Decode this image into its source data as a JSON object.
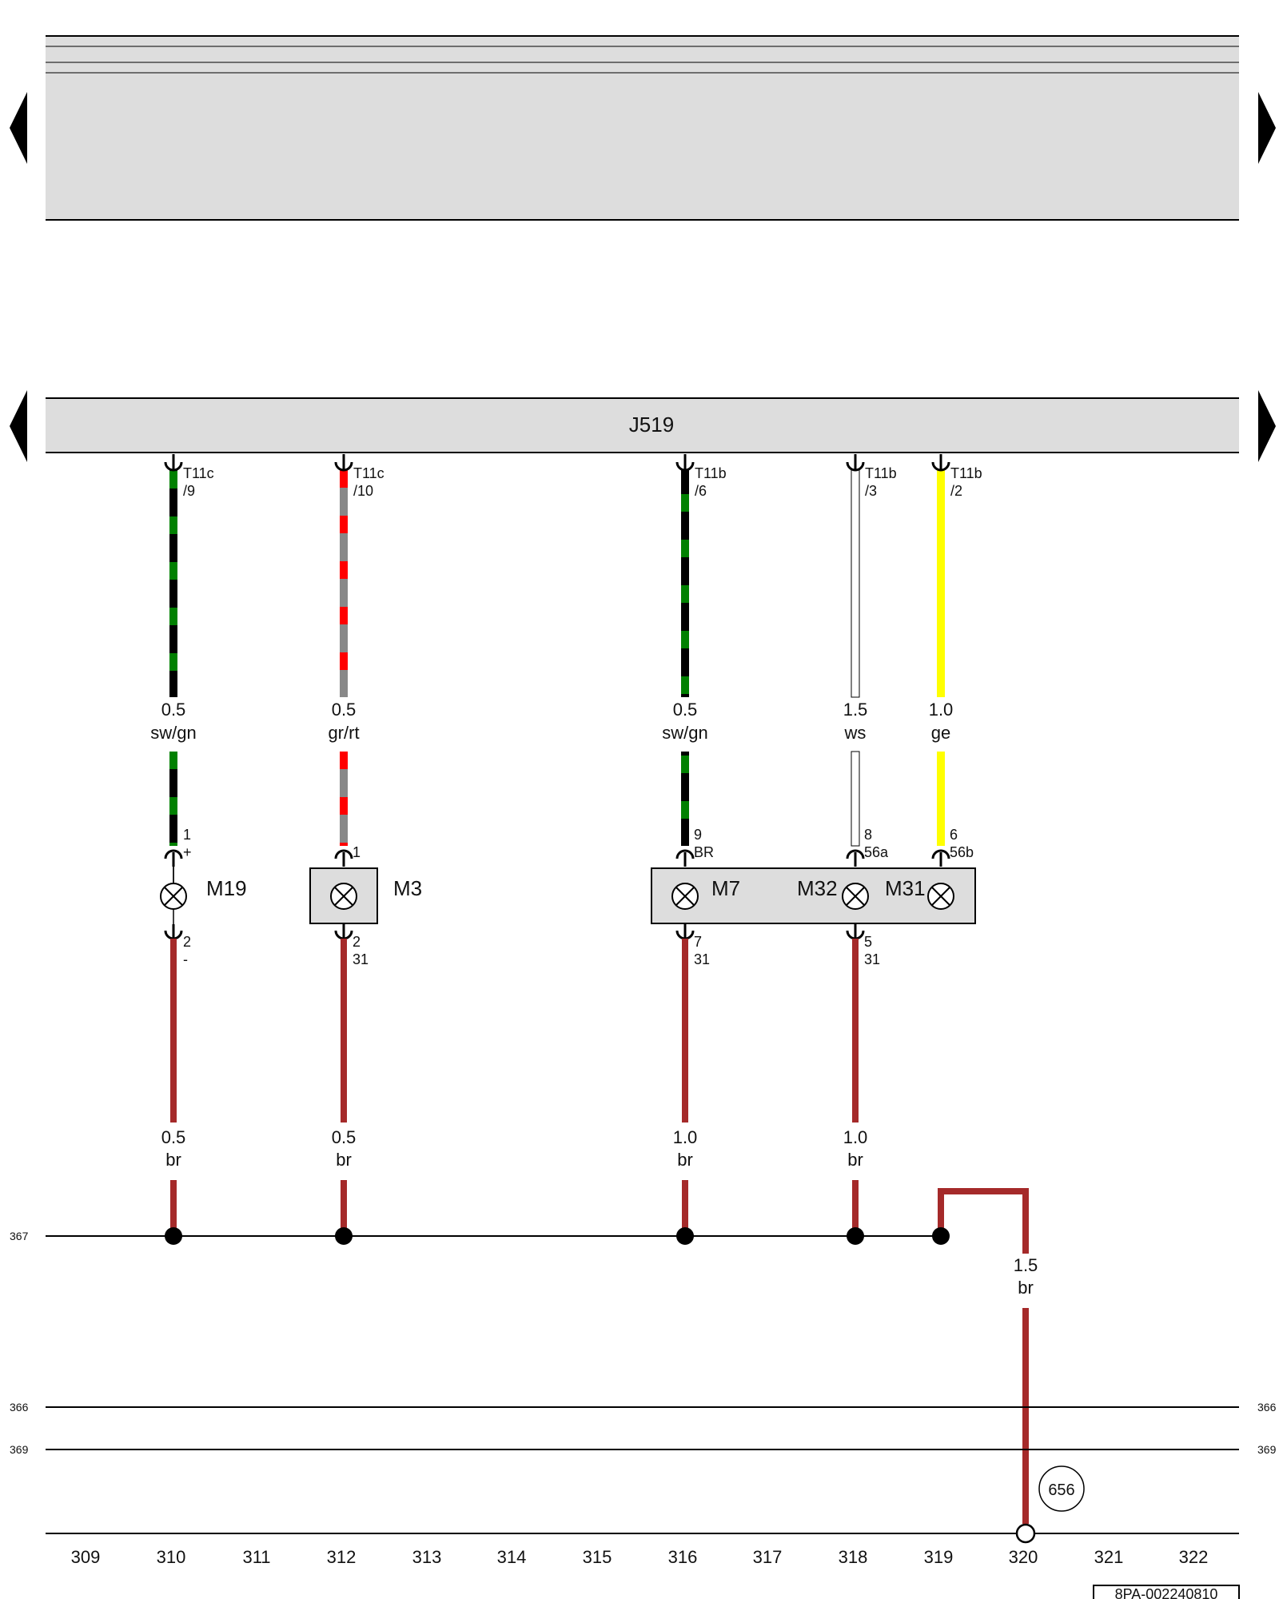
{
  "control_unit": "J519",
  "bus_refs": {
    "left_367": "367",
    "left_366": "366",
    "left_369": "369",
    "right_366": "366",
    "right_369": "369"
  },
  "top_wires": [
    {
      "conn": "T11c",
      "pin": "/9",
      "size": "0.5",
      "color": "sw/gn"
    },
    {
      "conn": "T11c",
      "pin": "/10",
      "size": "0.5",
      "color": "gr/rt"
    },
    {
      "conn": "T11b",
      "pin": "/6",
      "size": "0.5",
      "color": "sw/gn"
    },
    {
      "conn": "T11b",
      "pin": "/3",
      "size": "1.5",
      "color": "ws"
    },
    {
      "conn": "T11b",
      "pin": "/2",
      "size": "1.0",
      "color": "ge"
    }
  ],
  "components": {
    "m19": {
      "name": "M19",
      "pin_top": "1",
      "pin_top_term": "+",
      "pin_bottom": "2",
      "pin_bottom_term": "-"
    },
    "m3": {
      "name": "M3",
      "pin_top": "1",
      "pin_bottom": "2",
      "pin_bottom_term": "31"
    },
    "m7": {
      "name": "M7",
      "pin_top": "9",
      "pin_top_term": "BR",
      "pin_bottom": "7",
      "pin_bottom_term": "31"
    },
    "m32": {
      "name": "M32",
      "pin_top": "8",
      "pin_top_term": "56a",
      "pin_bottom": "5",
      "pin_bottom_term": "31"
    },
    "m31": {
      "name": "M31",
      "pin_top": "6",
      "pin_top_term": "56b"
    }
  },
  "ground_wires": [
    {
      "size": "0.5",
      "color": "br"
    },
    {
      "size": "0.5",
      "color": "br"
    },
    {
      "size": "1.0",
      "color": "br"
    },
    {
      "size": "1.0",
      "color": "br"
    },
    {
      "size": "1.5",
      "color": "br"
    }
  ],
  "ground_point": "656",
  "columns": [
    "309",
    "310",
    "311",
    "312",
    "313",
    "314",
    "315",
    "316",
    "317",
    "318",
    "319",
    "320",
    "321",
    "322"
  ],
  "doc_code": "8PA-002240810",
  "colors": {
    "brown": "#a52a2a",
    "green": "#008000",
    "red": "#ff0000",
    "grey": "#888888",
    "yellow": "#ffff00",
    "panel": "#dddddd"
  },
  "icons": [
    "nav-left-arrow-icon",
    "nav-right-arrow-icon",
    "bulb-icon",
    "connector-icon",
    "ground-point-icon"
  ]
}
